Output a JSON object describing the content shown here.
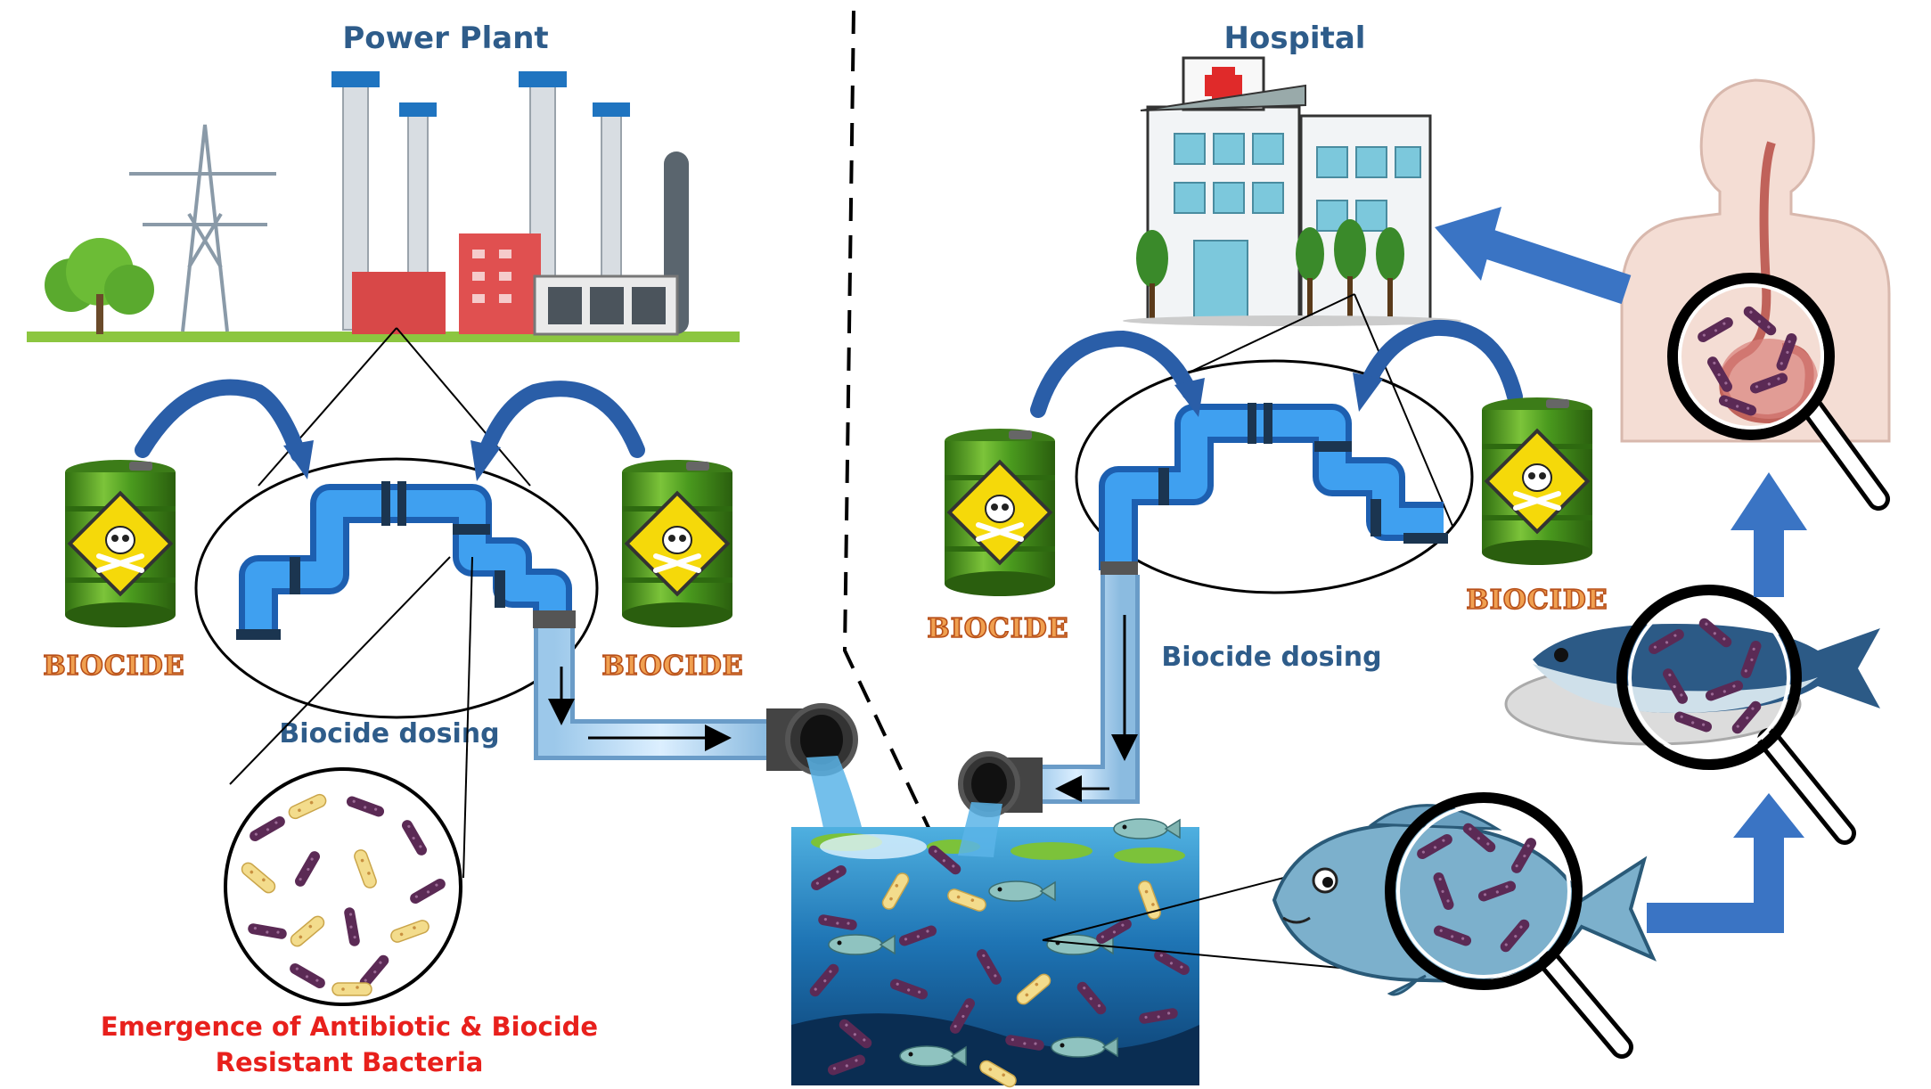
{
  "labels": {
    "power_plant": "Power Plant",
    "hospital": "Hospital",
    "biocide": "BIOCIDE",
    "biocide_dosing": "Biocide dosing",
    "resistance_line1": "Emergence of Antibiotic & Biocide",
    "resistance_line2": "Resistant Bacteria"
  },
  "colors": {
    "title_blue": "#2e5c8a",
    "warning_red": "#e8201c",
    "barrel_green": "#4a9a1e",
    "pipe_blue": "#2f8fe0",
    "flow_arrow_blue": "#3a74c4",
    "bacteria_purple": "#5b2a55",
    "bacteria_yellow": "#f0d080",
    "water_blue": "#1a6aa8"
  },
  "icons": [
    "power-plant-icon",
    "hospital-icon",
    "biocide-barrel-icon",
    "skull-crossbones-icon",
    "pipe-icon",
    "magnifier-icon",
    "fish-icon",
    "human-body-icon",
    "bacteria-icon"
  ]
}
